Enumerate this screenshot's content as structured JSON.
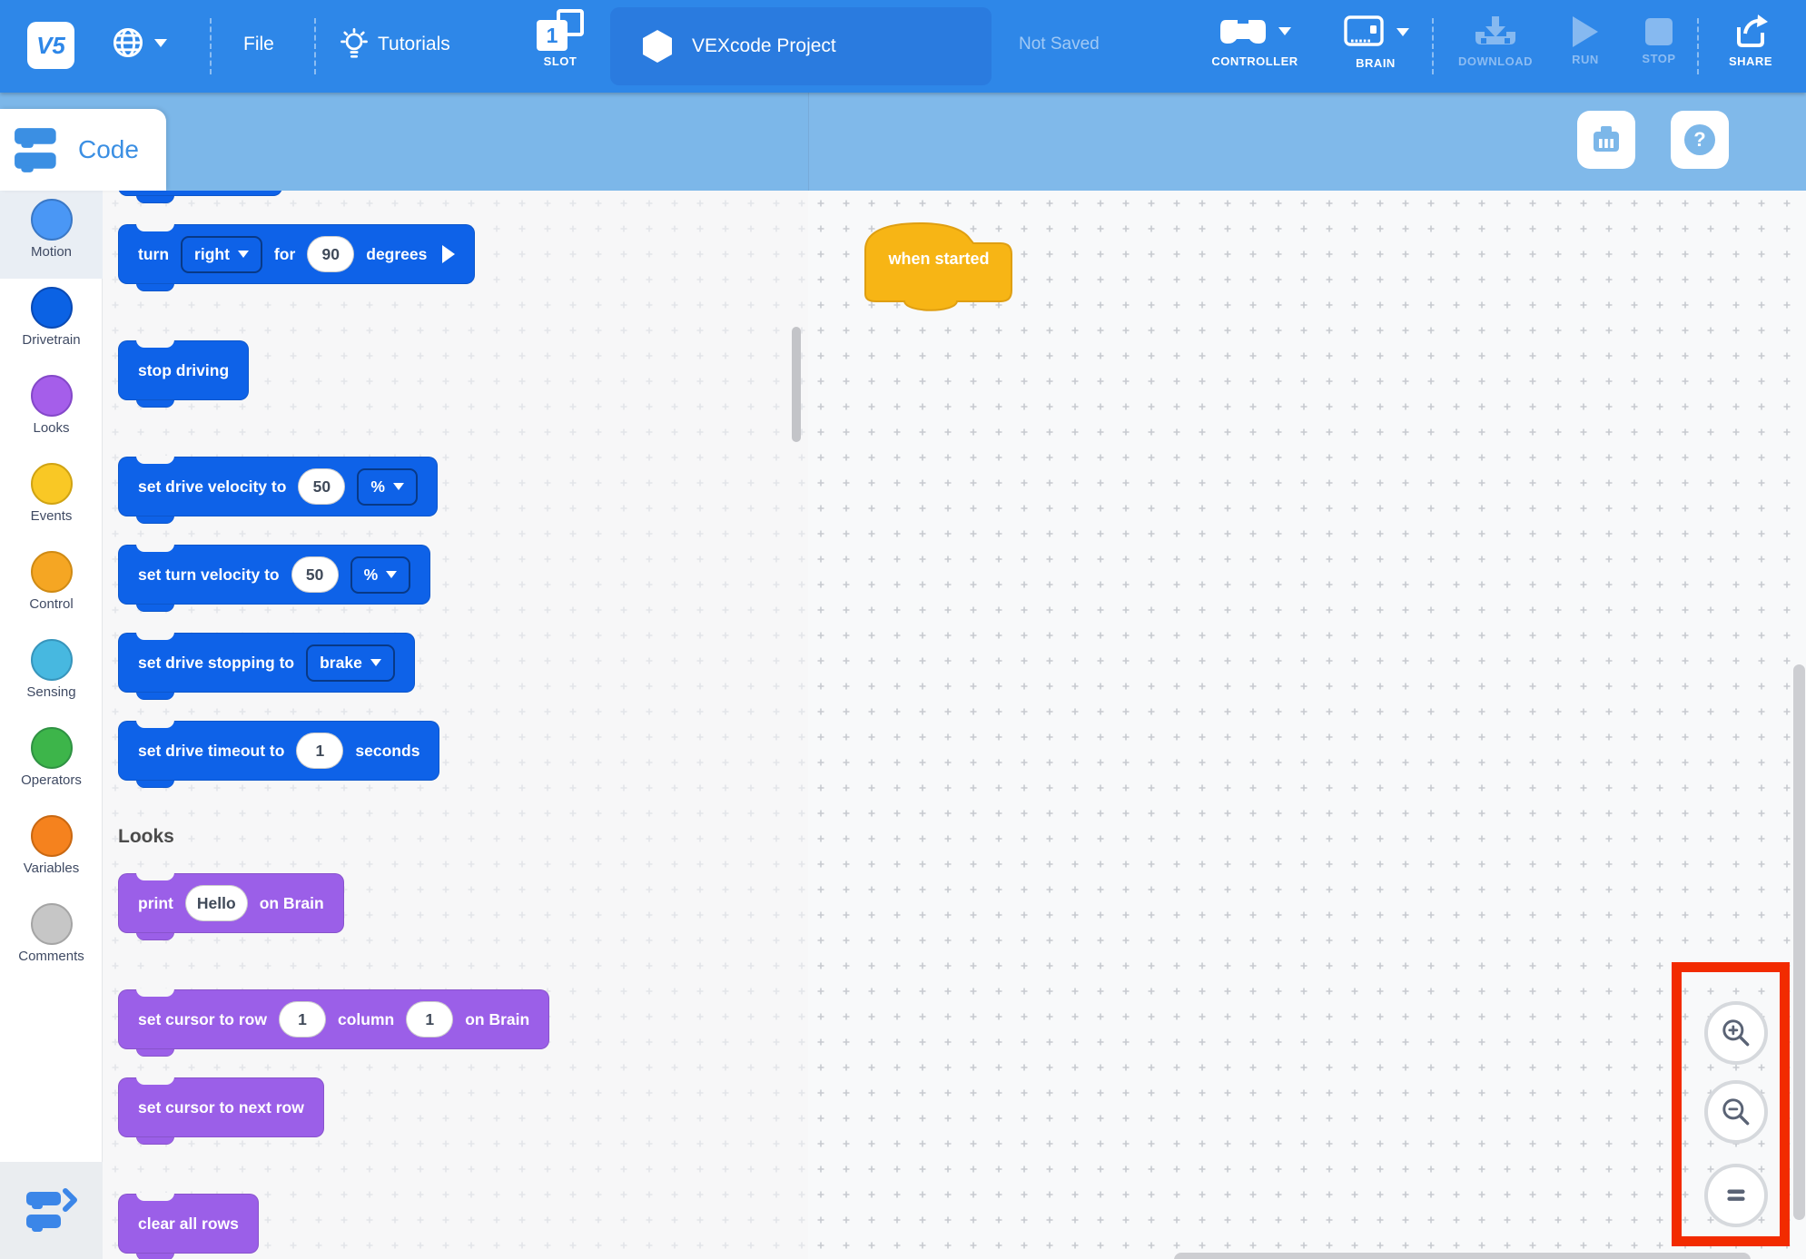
{
  "topbar": {
    "logo_text": "V5",
    "file_label": "File",
    "tutorials_label": "Tutorials",
    "slot_number": "1",
    "slot_label": "SLOT",
    "project_name": "VEXcode Project",
    "save_status": "Not Saved",
    "controller_label": "CONTROLLER",
    "brain_label": "BRAIN",
    "download_label": "DOWNLOAD",
    "run_label": "RUN",
    "stop_label": "STOP",
    "share_label": "SHARE"
  },
  "subheader": {
    "tab_label": "Code"
  },
  "sidebar": {
    "items": [
      {
        "label": "Motion",
        "color": "#4a97f5",
        "border": "#3a78c6",
        "selected": true
      },
      {
        "label": "Drivetrain",
        "color": "#0b62e4",
        "border": "#0a4ab4",
        "selected": false
      },
      {
        "label": "Looks",
        "color": "#a55eea",
        "border": "#8448c9",
        "selected": false
      },
      {
        "label": "Events",
        "color": "#f9c825",
        "border": "#d0a313",
        "selected": false
      },
      {
        "label": "Control",
        "color": "#f5a623",
        "border": "#cf8a14",
        "selected": false
      },
      {
        "label": "Sensing",
        "color": "#47b8e0",
        "border": "#3795bc",
        "selected": false
      },
      {
        "label": "Operators",
        "color": "#3db54a",
        "border": "#2f9243",
        "selected": false
      },
      {
        "label": "Variables",
        "color": "#f5821e",
        "border": "#c96812",
        "selected": false
      },
      {
        "label": "Comments",
        "color": "#c6c6c6",
        "border": "#a5a5a5",
        "selected": false
      }
    ]
  },
  "palette": {
    "colors": {
      "motion": "#0e62e8",
      "looks": "#9b5fe8"
    },
    "items": [
      {
        "type": "block",
        "c": "motion",
        "clip": true,
        "parts": [
          {
            "k": "t",
            "v": "turn"
          },
          {
            "k": "d",
            "v": "right"
          }
        ]
      },
      {
        "type": "block",
        "c": "motion",
        "gap": "def",
        "parts": [
          {
            "k": "t",
            "v": "turn"
          },
          {
            "k": "d",
            "v": "right"
          },
          {
            "k": "t",
            "v": "for"
          },
          {
            "k": "o",
            "v": "90"
          },
          {
            "k": "t",
            "v": "degrees"
          },
          {
            "k": "x"
          }
        ]
      },
      {
        "type": "block",
        "c": "motion",
        "gap": "lg",
        "parts": [
          {
            "k": "t",
            "v": "stop driving"
          }
        ]
      },
      {
        "type": "block",
        "c": "motion",
        "gap": "lg",
        "parts": [
          {
            "k": "t",
            "v": "set drive velocity to"
          },
          {
            "k": "o",
            "v": "50"
          },
          {
            "k": "d",
            "v": "%"
          }
        ]
      },
      {
        "type": "block",
        "c": "motion",
        "gap": "def",
        "parts": [
          {
            "k": "t",
            "v": "set turn velocity to"
          },
          {
            "k": "o",
            "v": "50"
          },
          {
            "k": "d",
            "v": "%"
          }
        ]
      },
      {
        "type": "block",
        "c": "motion",
        "gap": "def",
        "parts": [
          {
            "k": "t",
            "v": "set drive stopping to"
          },
          {
            "k": "d",
            "v": "brake"
          }
        ]
      },
      {
        "type": "block",
        "c": "motion",
        "gap": "def",
        "parts": [
          {
            "k": "t",
            "v": "set drive timeout to"
          },
          {
            "k": "o",
            "v": "1"
          },
          {
            "k": "t",
            "v": "seconds"
          }
        ]
      },
      {
        "type": "header",
        "label": "Looks"
      },
      {
        "type": "block",
        "c": "looks",
        "gap": "hdra",
        "parts": [
          {
            "k": "t",
            "v": "print"
          },
          {
            "k": "o",
            "v": "Hello"
          },
          {
            "k": "t",
            "v": "on Brain"
          }
        ]
      },
      {
        "type": "block",
        "c": "looks",
        "gap": "lg",
        "parts": [
          {
            "k": "t",
            "v": "set cursor to row"
          },
          {
            "k": "o",
            "v": "1"
          },
          {
            "k": "t",
            "v": "column"
          },
          {
            "k": "o",
            "v": "1"
          },
          {
            "k": "t",
            "v": "on Brain"
          }
        ]
      },
      {
        "type": "block",
        "c": "looks",
        "gap": "def",
        "parts": [
          {
            "k": "t",
            "v": "set cursor to next row"
          }
        ]
      },
      {
        "type": "block",
        "c": "looks",
        "gap": "lg",
        "parts": [
          {
            "k": "t",
            "v": "clear all rows"
          }
        ]
      }
    ]
  },
  "canvas": {
    "hat_block_label": "when started",
    "hat_color": "#f7b515",
    "hat_border": "#df9f12"
  },
  "icons": {
    "globe-icon": "globe",
    "caret-down-icon": "▾",
    "lightbulb-icon": "bulb with rays",
    "slot-icon": "two stacked squares with 1",
    "hexagon-icon": "⬡",
    "controller-icon": "gamepad",
    "brain-icon": "robot brain screen",
    "download-icon": "⤓ tray",
    "run-icon": "▶",
    "stop-icon": "■",
    "share-icon": "box with out arrow",
    "blocks-icon": "two stacked code blocks",
    "blocks-chevron-icon": "stacked blocks with >",
    "devices-icon": "device port",
    "help-icon": "?",
    "zoom-in-icon": "magnifier plus",
    "zoom-out-icon": "magnifier minus",
    "zoom-reset-icon": "double bar",
    "expand-arrow-icon": "▶"
  },
  "annotation": {
    "highlight_color": "#f22b00"
  }
}
